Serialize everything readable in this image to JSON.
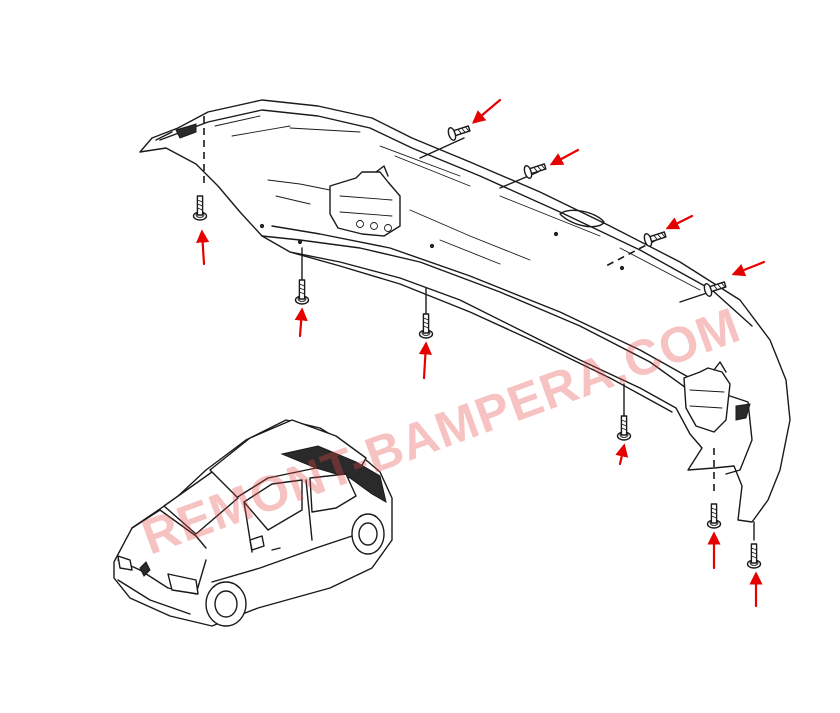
{
  "watermark": {
    "text": "REMONT-BAMPERA.COM",
    "color": "#e84646"
  },
  "colors": {
    "arrow": "#e60000",
    "ink": "#1a1a1a",
    "background": "#ffffff"
  },
  "icons": [
    "bumper-part",
    "bolt-icon",
    "screw-icon",
    "red-arrow-icon",
    "car-illustration"
  ]
}
